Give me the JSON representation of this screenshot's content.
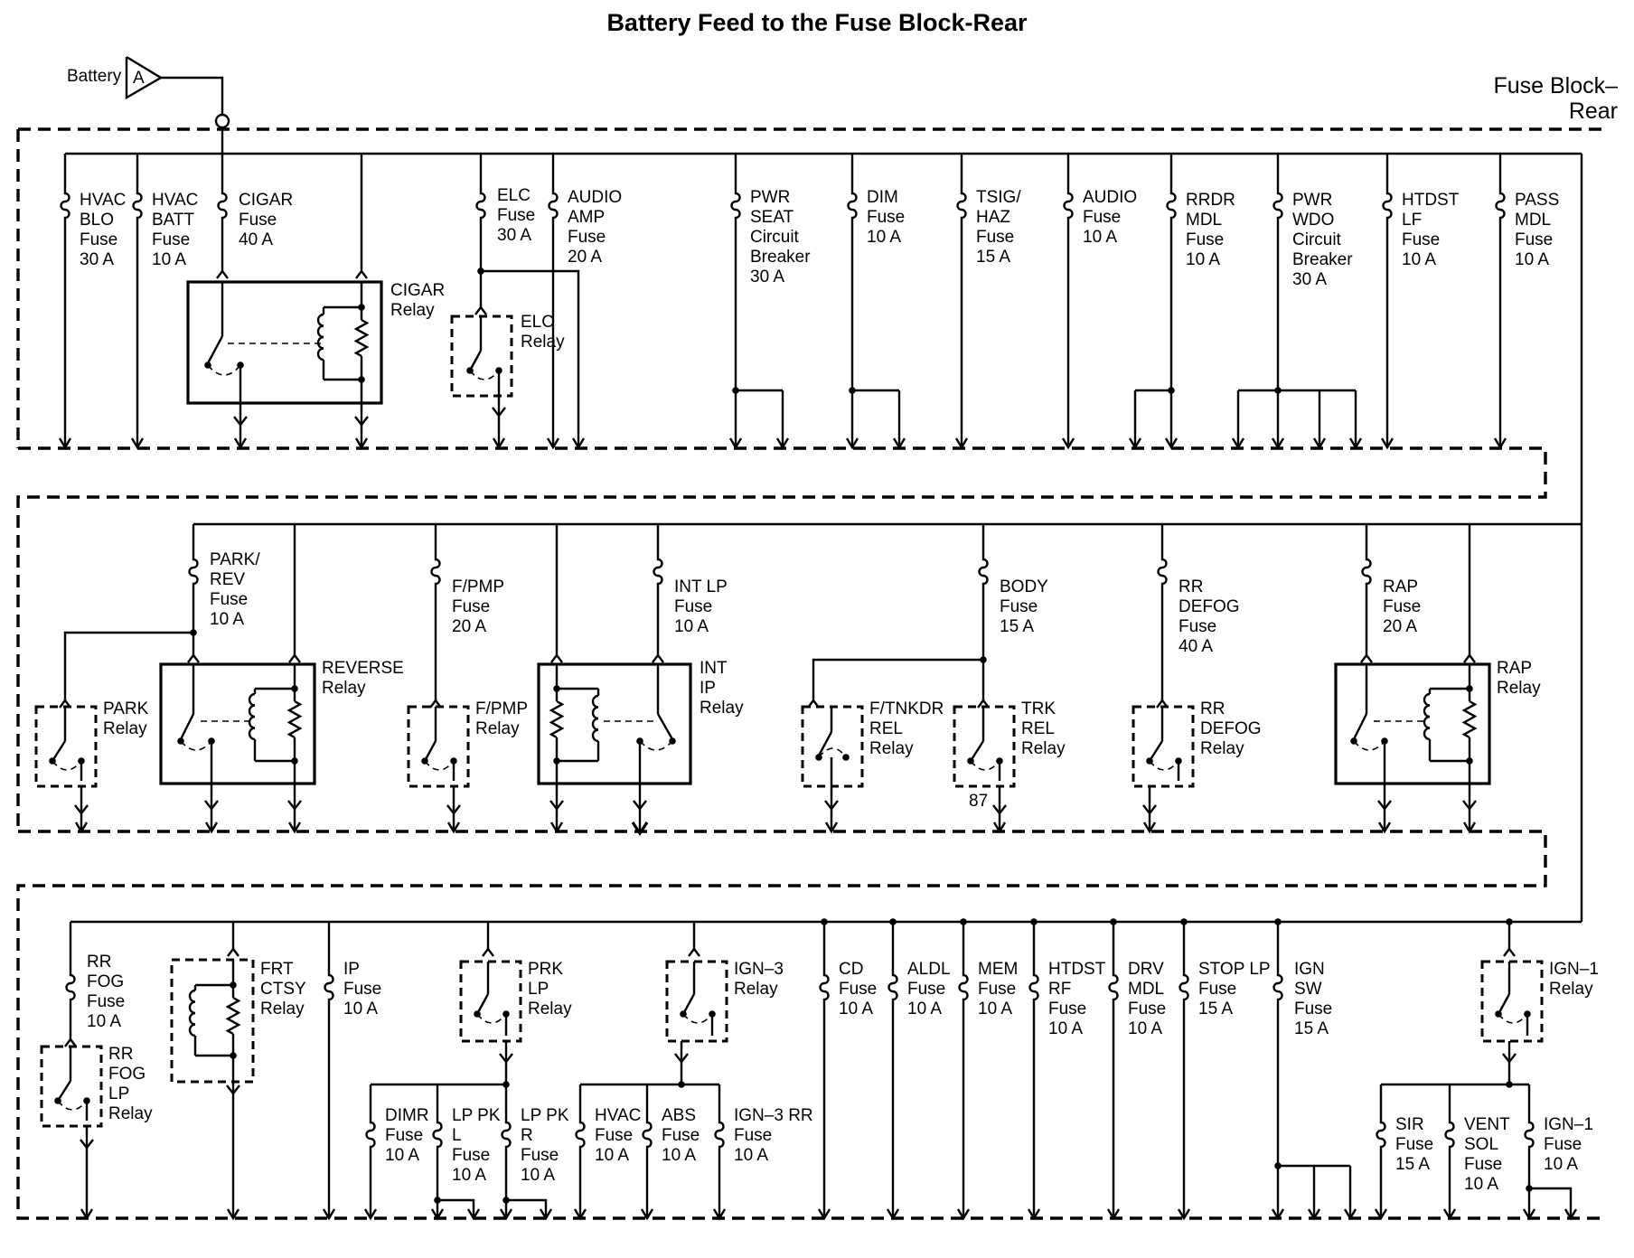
{
  "title": "Battery Feed to the Fuse Block-Rear",
  "battery": {
    "label": "Battery",
    "connector": "A"
  },
  "block_name": [
    "Fuse Block–",
    "Rear"
  ],
  "pin_87": "87",
  "row1_fuses": [
    {
      "id": "hvac-blo",
      "lines": [
        "HVAC",
        "BLO",
        "Fuse",
        "30 A"
      ]
    },
    {
      "id": "hvac-batt",
      "lines": [
        "HVAC",
        "BATT",
        "Fuse",
        "10 A"
      ]
    },
    {
      "id": "cigar",
      "lines": [
        "CIGAR",
        "Fuse",
        "40 A"
      ]
    },
    {
      "id": "elc",
      "lines": [
        "ELC",
        "Fuse",
        "30 A"
      ]
    },
    {
      "id": "audio-amp",
      "lines": [
        "AUDIO",
        "AMP",
        "Fuse",
        "20 A"
      ]
    },
    {
      "id": "pwr-seat",
      "lines": [
        "PWR",
        "SEAT",
        "Circuit",
        "Breaker",
        "30 A"
      ]
    },
    {
      "id": "dim",
      "lines": [
        "DIM",
        "Fuse",
        "10 A"
      ]
    },
    {
      "id": "tsig-haz",
      "lines": [
        "TSIG/",
        "HAZ",
        "Fuse",
        "15 A"
      ]
    },
    {
      "id": "audio",
      "lines": [
        "AUDIO",
        "Fuse",
        "10 A"
      ]
    },
    {
      "id": "rrdr-mdl",
      "lines": [
        "RRDR",
        "MDL",
        "Fuse",
        "10 A"
      ]
    },
    {
      "id": "pwr-wdo",
      "lines": [
        "PWR",
        "WDO",
        "Circuit",
        "Breaker",
        "30 A"
      ]
    },
    {
      "id": "htdst-lf",
      "lines": [
        "HTDST",
        "LF",
        "Fuse",
        "10 A"
      ]
    },
    {
      "id": "pass-mdl",
      "lines": [
        "PASS",
        "MDL",
        "Fuse",
        "10 A"
      ]
    }
  ],
  "row1_relays": [
    {
      "id": "cigar-relay",
      "lines": [
        "CIGAR",
        "Relay"
      ]
    },
    {
      "id": "elc-relay",
      "lines": [
        "ELC",
        "Relay"
      ]
    }
  ],
  "row2_fuses": [
    {
      "id": "park-rev",
      "lines": [
        "PARK/",
        "REV",
        "Fuse",
        "10 A"
      ]
    },
    {
      "id": "fpmp",
      "lines": [
        "F/PMP",
        "Fuse",
        "20 A"
      ]
    },
    {
      "id": "int-lp",
      "lines": [
        "INT LP",
        "Fuse",
        "10 A"
      ]
    },
    {
      "id": "body",
      "lines": [
        "BODY",
        "Fuse",
        "15 A"
      ]
    },
    {
      "id": "rr-defog",
      "lines": [
        "RR",
        "DEFOG",
        "Fuse",
        "40 A"
      ]
    },
    {
      "id": "rap",
      "lines": [
        "RAP",
        "Fuse",
        "20 A"
      ]
    }
  ],
  "row2_relays": [
    {
      "id": "park-relay",
      "lines": [
        "PARK",
        "Relay"
      ]
    },
    {
      "id": "reverse-relay",
      "lines": [
        "REVERSE",
        "Relay"
      ]
    },
    {
      "id": "fpmp-relay",
      "lines": [
        "F/PMP",
        "Relay"
      ]
    },
    {
      "id": "int-ip-relay",
      "lines": [
        "INT",
        "IP",
        "Relay"
      ]
    },
    {
      "id": "ftnkdr-relay",
      "lines": [
        "F/TNKDR",
        "REL",
        "Relay"
      ]
    },
    {
      "id": "trk-relay",
      "lines": [
        "TRK",
        "REL",
        "Relay"
      ]
    },
    {
      "id": "rr-defog-relay",
      "lines": [
        "RR",
        "DEFOG",
        "Relay"
      ]
    },
    {
      "id": "rap-relay",
      "lines": [
        "RAP",
        "Relay"
      ]
    }
  ],
  "row3_fuses": [
    {
      "id": "rr-fog",
      "lines": [
        "RR",
        "FOG",
        "Fuse",
        "10 A"
      ]
    },
    {
      "id": "ip",
      "lines": [
        "IP",
        "Fuse",
        "10 A"
      ]
    },
    {
      "id": "cd",
      "lines": [
        "CD",
        "Fuse",
        "10 A"
      ]
    },
    {
      "id": "aldl",
      "lines": [
        "ALDL",
        "Fuse",
        "10 A"
      ]
    },
    {
      "id": "mem",
      "lines": [
        "MEM",
        "Fuse",
        "10 A"
      ]
    },
    {
      "id": "htdst-rf",
      "lines": [
        "HTDST",
        "RF",
        "Fuse",
        "10 A"
      ]
    },
    {
      "id": "drv-mdl",
      "lines": [
        "DRV",
        "MDL",
        "Fuse",
        "10 A"
      ]
    },
    {
      "id": "stop-lp",
      "lines": [
        "STOP LP",
        "Fuse",
        "15 A"
      ]
    },
    {
      "id": "ign-sw",
      "lines": [
        "IGN",
        "SW",
        "Fuse",
        "15 A"
      ]
    },
    {
      "id": "dimr",
      "lines": [
        "DIMR",
        "Fuse",
        "10 A"
      ]
    },
    {
      "id": "lp-pk-l",
      "lines": [
        "LP PK",
        "L",
        "Fuse",
        "10 A"
      ]
    },
    {
      "id": "lp-pk-r",
      "lines": [
        "LP PK",
        "R",
        "Fuse",
        "10 A"
      ]
    },
    {
      "id": "hvac",
      "lines": [
        "HVAC",
        "Fuse",
        "10 A"
      ]
    },
    {
      "id": "abs",
      "lines": [
        "ABS",
        "Fuse",
        "10 A"
      ]
    },
    {
      "id": "ign3-rr",
      "lines": [
        "IGN–3 RR",
        "Fuse",
        "10 A"
      ]
    },
    {
      "id": "sir",
      "lines": [
        "SIR",
        "Fuse",
        "15 A"
      ]
    },
    {
      "id": "vent-sol",
      "lines": [
        "VENT",
        "SOL",
        "Fuse",
        "10 A"
      ]
    },
    {
      "id": "ign1",
      "lines": [
        "IGN–1",
        "Fuse",
        "10 A"
      ]
    }
  ],
  "row3_relays": [
    {
      "id": "rr-fog-lp-relay",
      "lines": [
        "RR",
        "FOG",
        "LP",
        "Relay"
      ]
    },
    {
      "id": "frt-ctsy-relay",
      "lines": [
        "FRT",
        "CTSY",
        "Relay"
      ]
    },
    {
      "id": "prk-lp-relay",
      "lines": [
        "PRK",
        "LP",
        "Relay"
      ]
    },
    {
      "id": "ign3-relay",
      "lines": [
        "IGN–3",
        "Relay"
      ]
    },
    {
      "id": "ign1-relay",
      "lines": [
        "IGN–1",
        "Relay"
      ]
    }
  ]
}
